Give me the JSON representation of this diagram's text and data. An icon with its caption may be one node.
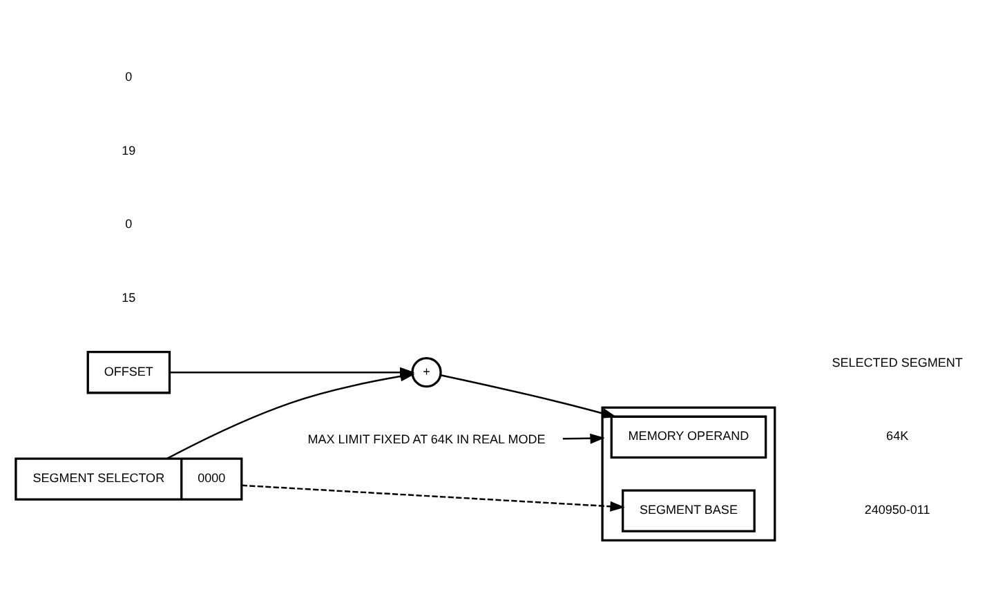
{
  "diagram": {
    "nodes": [
      {
        "text": [
          "OFFSET"
        ]
      },
      {
        "text": [
          "SEGMENT SELECTOR",
          "0000"
        ]
      },
      {
        "text": [
          "+"
        ]
      },
      {
        "text": [],
        "shape": "box"
      },
      {
        "text": [
          "MEMORY OPERAND"
        ],
        "in": 3
      },
      {
        "text": [
          "SEGMENT BASE"
        ],
        "in": 3
      },
      {
        "text": [
          "MAX LIMIT FIXED AT 64K IN REAL MODE"
        ]
      }
    ],
    "edges": [
      {
        "from": 0,
        "to": 2,
        "arrow": "to"
      },
      {
        "from": 1,
        "to": 2,
        "arrow": "to"
      },
      {
        "from": 2,
        "to": 4,
        "arrow": "to"
      },
      {
        "from": 1,
        "to": 5,
        "arrow": "to",
        "style": "dashed"
      },
      {
        "from": 6,
        "to": 3,
        "arrow": "to"
      }
    ],
    "labels": [
      "15",
      "0",
      "19",
      "0",
      "64K",
      "SELECTED SEGMENT",
      "240950-011"
    ]
  }
}
